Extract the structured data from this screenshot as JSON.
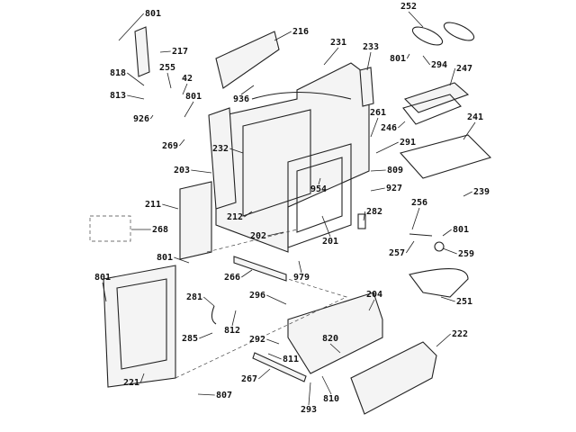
{
  "diagram": {
    "type": "exploded parts diagram",
    "part_labels": [
      "801",
      "217",
      "216",
      "231",
      "233",
      "252",
      "801",
      "294",
      "247",
      "818",
      "255",
      "42",
      "801",
      "813",
      "926",
      "936",
      "261",
      "246",
      "241",
      "269",
      "232",
      "291",
      "203",
      "809",
      "954",
      "927",
      "239",
      "211",
      "268",
      "212",
      "202",
      "201",
      "282",
      "256",
      "801",
      "259",
      "257",
      "801",
      "266",
      "979",
      "251",
      "801",
      "281",
      "296",
      "812",
      "204",
      "285",
      "292",
      "820",
      "222",
      "811",
      "221",
      "267",
      "807",
      "810",
      "293"
    ]
  }
}
